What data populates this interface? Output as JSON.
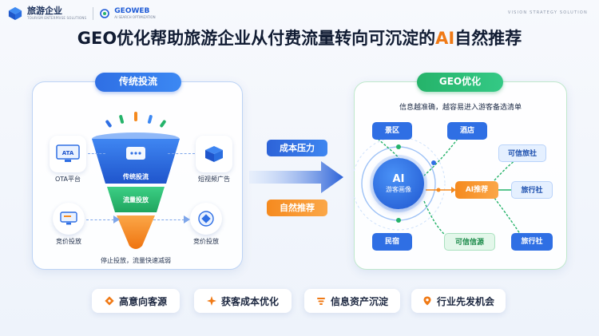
{
  "header": {
    "brand": "旅游企业",
    "brand_sub": "TOURISM ENTERPRISE SOLUTIONS",
    "geo_logo": "GEOWEB",
    "geo_sub": "AI SEARCH OPTIMIZATION",
    "top_right": "VISION STRATEGY SOLUTION"
  },
  "headline": {
    "prefix": "GEO优化帮助旅游企业从付费流量转向可沉淀的",
    "highlight": "AI",
    "suffix": "自然推荐"
  },
  "left_panel": {
    "title": "传统投流",
    "ota": "OTA平台",
    "ota_badge": "ATA",
    "short_video": "短视频广告",
    "bid_left": "竞价投放",
    "bid_right": "竞价投放",
    "funnel_top": "传统投流",
    "funnel_mid": "流量投放",
    "note": "停止投放，流量快速减弱"
  },
  "middle": {
    "cost": "成本压力",
    "natural": "自然推荐"
  },
  "right_panel": {
    "title": "GEO优化",
    "subtitle": "信息越准确，越容易进入游客备选清单",
    "ai_big": "AI",
    "ai_small": "游客画像",
    "scenic": "景区",
    "hotel": "酒店",
    "trusted_agency": "可信旅社",
    "ai_recommend": "AI推荐",
    "agency1": "旅行社",
    "homestay": "民宿",
    "trusted_info": "可信信源",
    "agency2": "旅行社"
  },
  "chips": [
    {
      "label": "高意向客源",
      "color": "#f07a16"
    },
    {
      "label": "获客成本优化",
      "color": "#f07a16"
    },
    {
      "label": "信息资产沉淀",
      "color": "#f07a16"
    },
    {
      "label": "行业先发机会",
      "color": "#f07a16"
    }
  ]
}
